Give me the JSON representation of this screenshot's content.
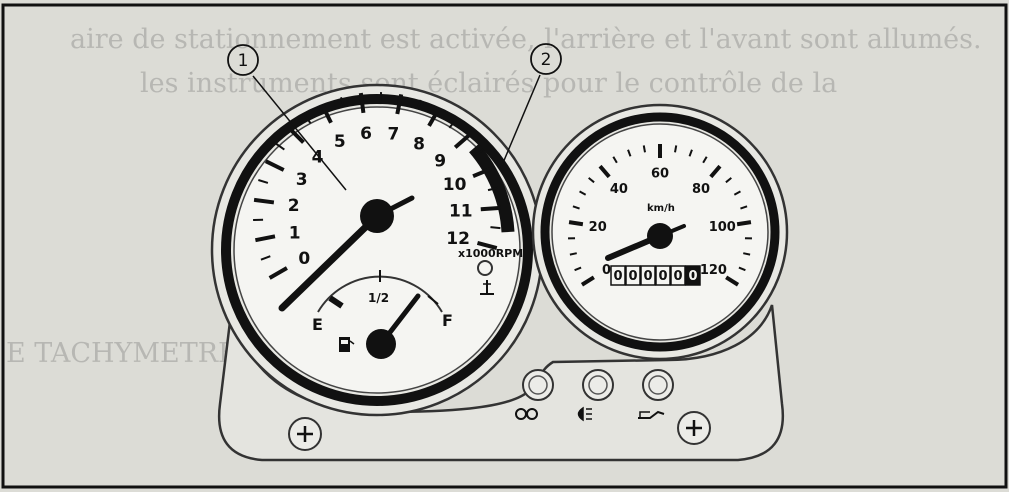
{
  "callouts": [
    "1",
    "2"
  ],
  "tachometer": {
    "scale": [
      "0",
      "1",
      "2",
      "3",
      "4",
      "5",
      "6",
      "7",
      "8",
      "9",
      "10",
      "11",
      "12"
    ],
    "unit": "x1000RPM"
  },
  "fuel_gauge": {
    "empty_label": "E",
    "half_label": "1/2",
    "full_label": "F",
    "fuel_icon": "fuel-pump-icon"
  },
  "coolant_icon": "thermometer-icon",
  "speedometer": {
    "scale": [
      "0",
      "20",
      "40",
      "60",
      "80",
      "100",
      "120"
    ],
    "unit": "km/h"
  },
  "odometer": {
    "digits": [
      "0",
      "0",
      "0",
      "0",
      "0",
      "0"
    ]
  },
  "indicator_lights": [
    {
      "icon": "turn-signal-icon"
    },
    {
      "icon": "headlight-icon"
    },
    {
      "icon": "oil-pressure-icon"
    }
  ],
  "bleed_through_text": [
    "aire de stationnement est activée, l'arrière et l'avant sont allumés.",
    "les instruments sont éclairés pour le contrôle de la",
    "E TACHYMETRE"
  ]
}
